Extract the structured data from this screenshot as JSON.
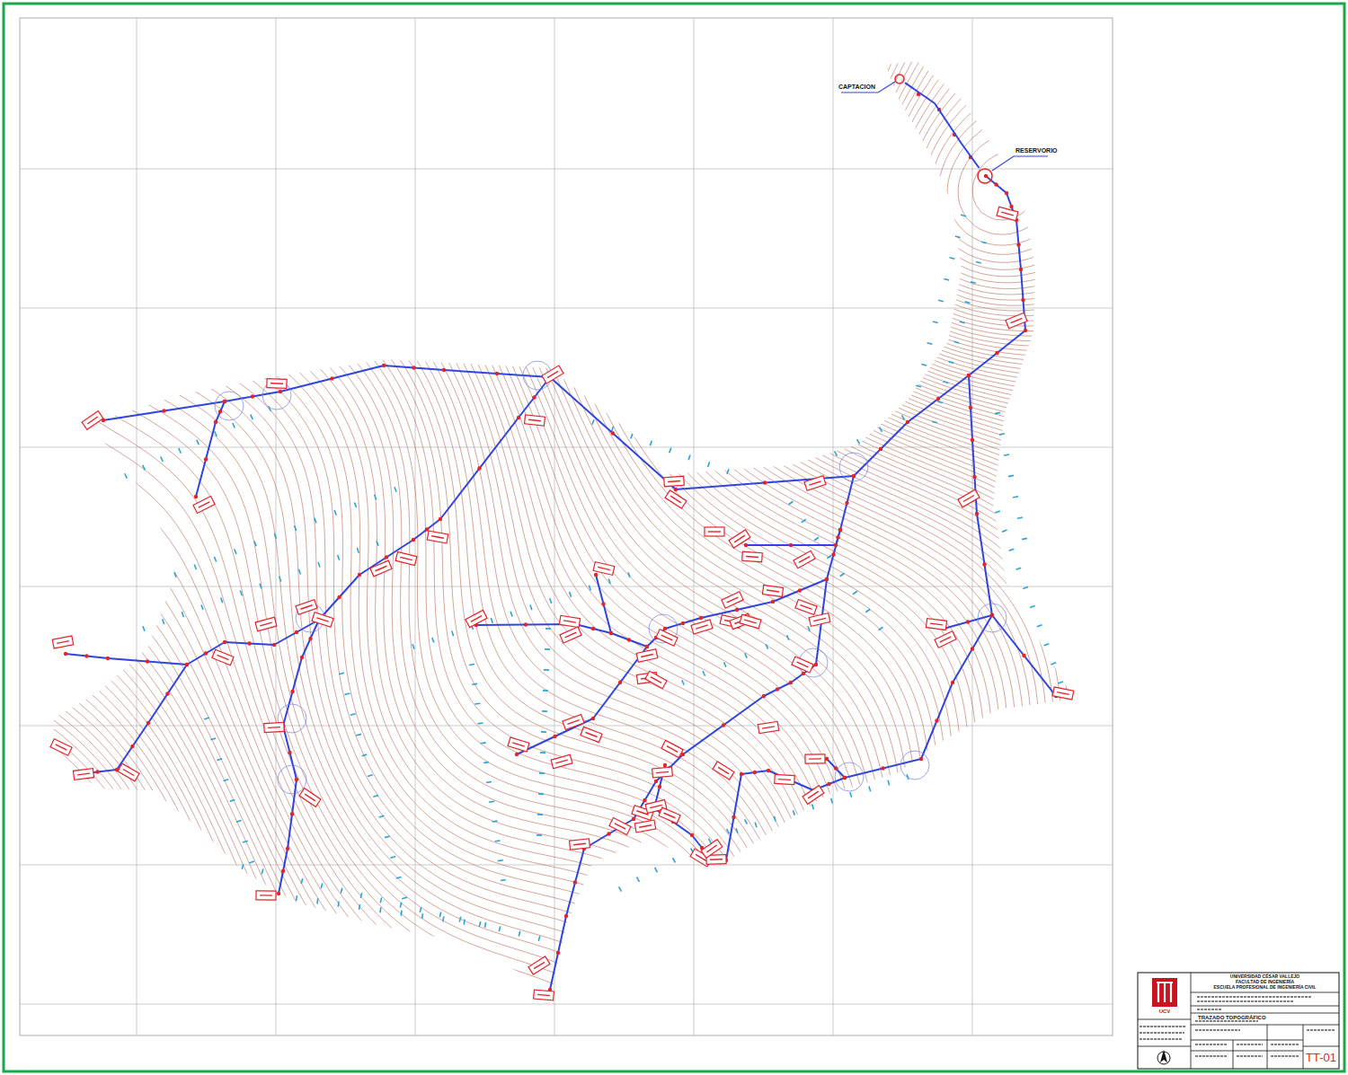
{
  "diagram": {
    "nodes": [
      {
        "text": [
          "CAPTACION"
        ]
      },
      {
        "text": [
          "RESERVORIO"
        ]
      }
    ],
    "edges": [
      {
        "from": 0,
        "to": 1,
        "arrow": "none"
      }
    ],
    "labels": [
      "UCV",
      "UNIVERSIDAD CÉSAR VALLEJO",
      "FACULTAD DE INGENIERÍA",
      "ESCUELA PROFESIONAL DE INGENIERÍA CIVIL",
      "TRAZADO TOPOGRÁFICO",
      "TT-01"
    ]
  }
}
